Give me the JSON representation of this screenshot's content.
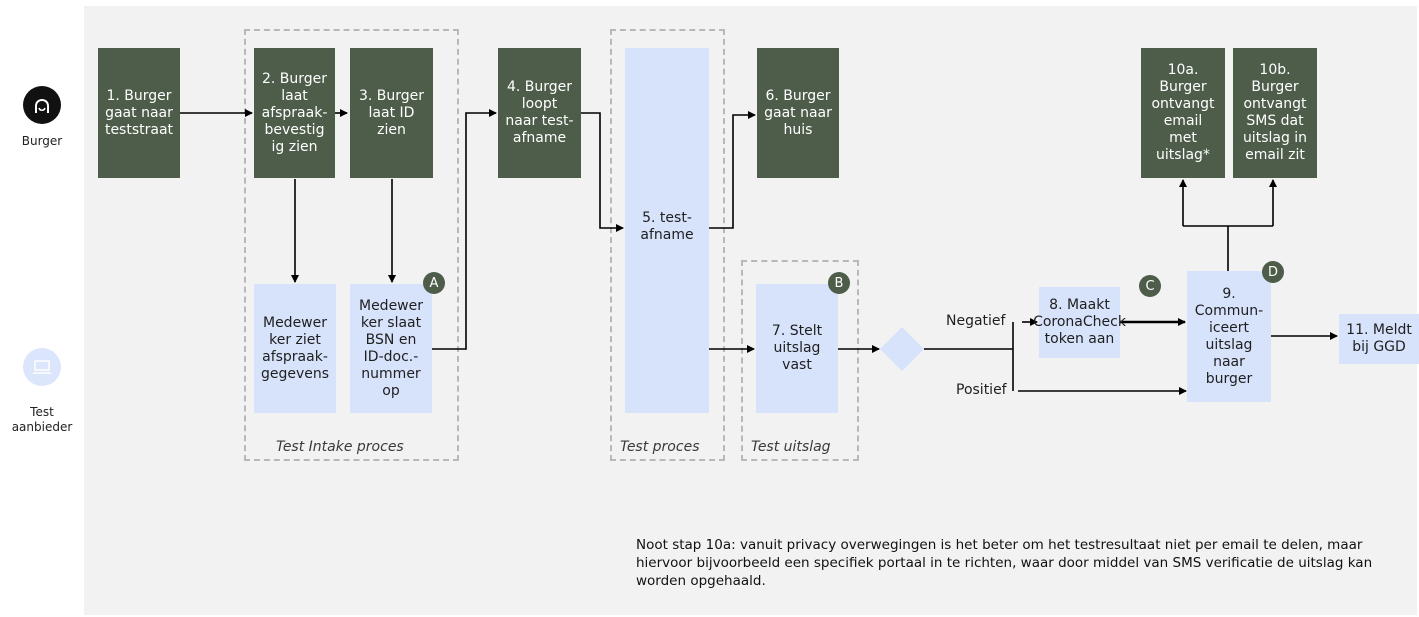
{
  "lanes": {
    "burger": "Burger",
    "test_line1": "Test",
    "test_line2": "aanbieder"
  },
  "boxes": {
    "b1": [
      "1. Burger",
      "gaat naar",
      "teststraat"
    ],
    "b2": [
      "2. Burger",
      "laat",
      "afspraak-",
      "bevestig",
      "ig zien"
    ],
    "b3": [
      "3. Burger",
      "laat ID",
      "zien"
    ],
    "b4": [
      "4. Burger",
      "loopt",
      "naar test-",
      "afname"
    ],
    "b5": [
      "5. test-",
      "afname"
    ],
    "b6": [
      "6. Burger",
      "gaat naar",
      "huis"
    ],
    "b10a": [
      "10a.",
      "Burger",
      "ontvangt",
      "email",
      "met",
      "uitslag*"
    ],
    "b10b": [
      "10b.",
      "Burger",
      "ontvangt",
      "SMS dat",
      "uitslag in",
      "email zit"
    ],
    "m1": [
      "Medewer",
      "ker ziet",
      "afspraak-",
      "gegevens"
    ],
    "m2": [
      "Medewer",
      "ker slaat",
      "BSN en",
      "ID-doc.-",
      "nummer",
      "op"
    ],
    "b7": [
      "7. Stelt",
      "uitslag",
      "vast"
    ],
    "b8": [
      "8. Maakt",
      "CoronaCheck",
      "token aan"
    ],
    "b9": [
      "9.",
      "Commun-",
      "iceert",
      "uitslag",
      "naar",
      "burger"
    ],
    "b11": [
      "11. Meldt",
      "bij GGD"
    ]
  },
  "groups": {
    "intake": "Test Intake proces",
    "proces": "Test proces",
    "uitslag": "Test uitslag"
  },
  "badges": {
    "a": "A",
    "b": "B",
    "c": "C",
    "d": "D"
  },
  "branches": {
    "neg": "Negatief",
    "pos": "Positief"
  },
  "note": "Noot stap 10a: vanuit privacy overwegingen is het beter om het testresultaat niet per email te delen, maar hiervoor bijvoorbeeld een specifiek portaal in te richten, waar door middel van SMS verificatie de uitslag kan worden opgehaald.",
  "colors": {
    "dark_box": "#4d5d4a",
    "light_box": "#d7e2fb",
    "background": "#f2f2f2"
  },
  "icons": {
    "burger": "person-head-icon",
    "test_aanbieder": "laptop-icon"
  }
}
